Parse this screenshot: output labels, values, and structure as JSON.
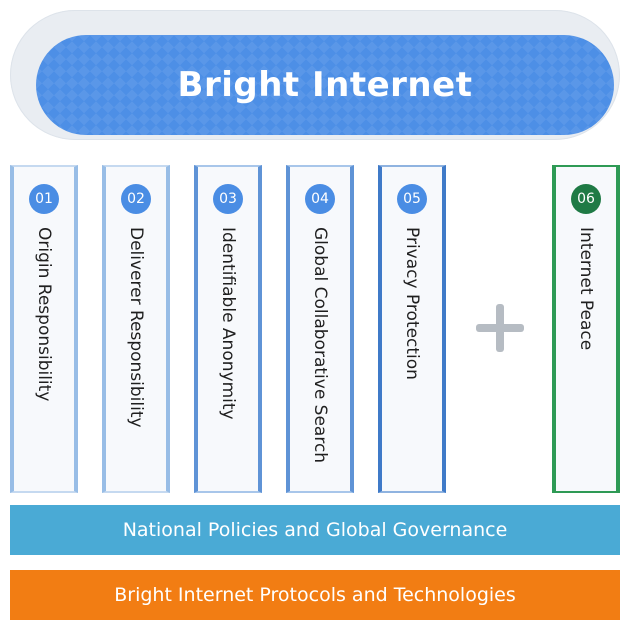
{
  "title": "Bright Internet",
  "pillars": [
    {
      "number": "01",
      "label": "Origin Responsibility"
    },
    {
      "number": "02",
      "label": "Deliverer Responsibility"
    },
    {
      "number": "03",
      "label": "Identifiable Anonymity"
    },
    {
      "number": "04",
      "label": "Global Collaborative Search"
    },
    {
      "number": "05",
      "label": "Privacy Protection"
    },
    {
      "number": "06",
      "label": "Internet Peace"
    }
  ],
  "bars": {
    "policies": "National Policies and Global Governance",
    "protocols": "Bright Internet Protocols and Technologies"
  },
  "colors": {
    "title_blue": "#4d8fe6",
    "badge_blue": "#4a8de4",
    "badge_green": "#1f7a45",
    "pillar_green": "#2e9a55",
    "policies_bar": "#4aaad5",
    "protocols_bar": "#f27d13"
  },
  "icons": {
    "plus": "plus-icon"
  }
}
